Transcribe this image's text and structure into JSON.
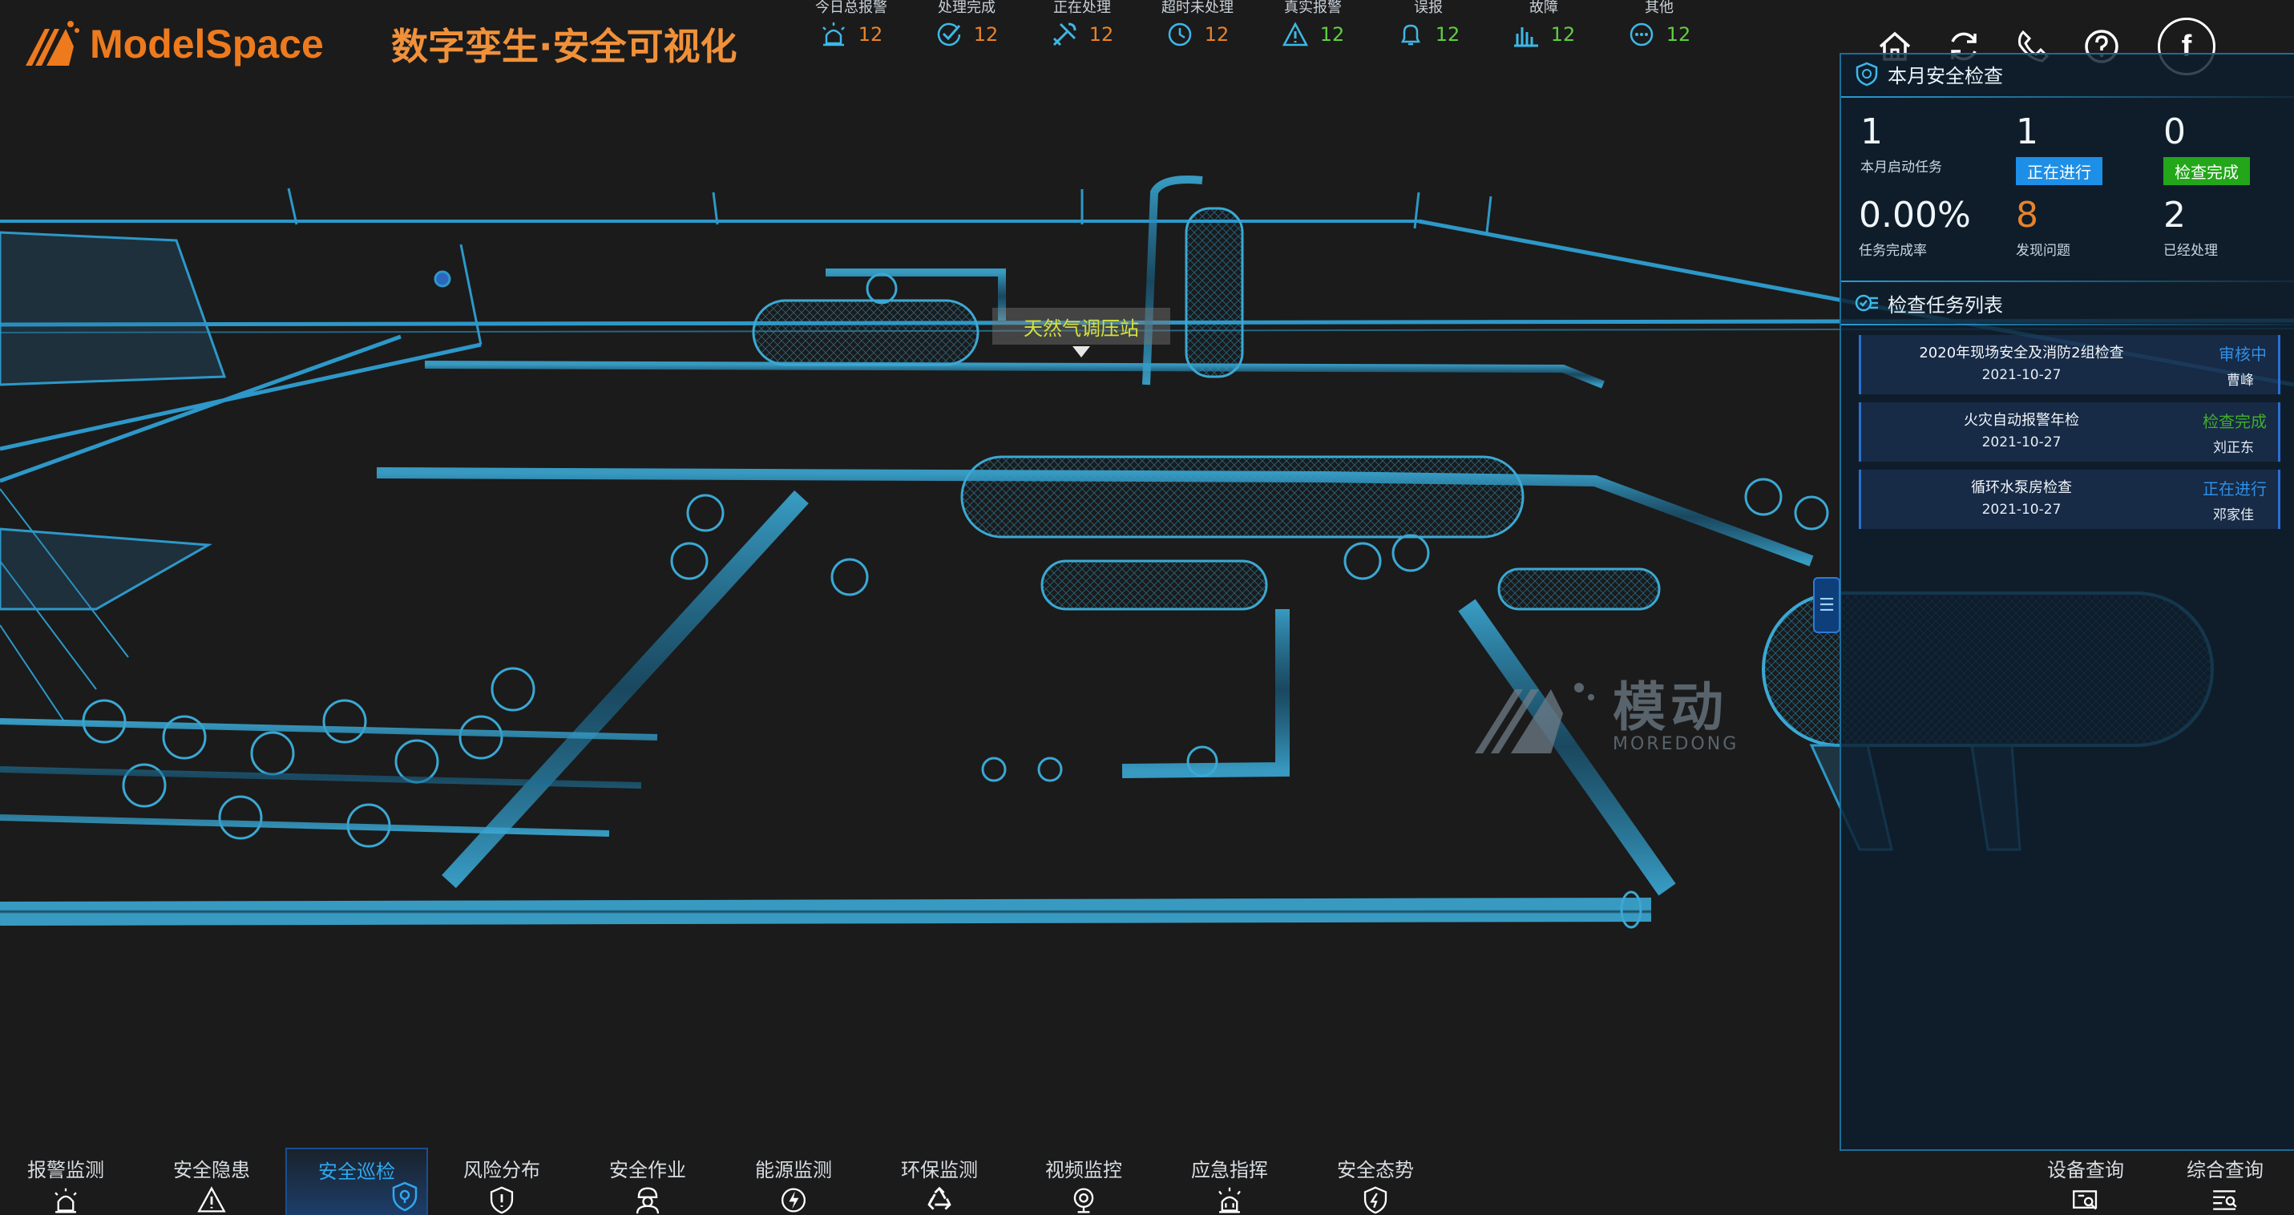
{
  "header": {
    "logo_text": "ModelSpace",
    "app_title": "数字孪生·安全可视化"
  },
  "stats": [
    {
      "label": "今日总报警",
      "value": "12",
      "icon": "alarm-icon",
      "color": "#e8832a"
    },
    {
      "label": "处理完成",
      "value": "12",
      "icon": "check-circle-icon",
      "color": "#e8832a"
    },
    {
      "label": "正在处理",
      "value": "12",
      "icon": "tools-icon",
      "color": "#e8832a"
    },
    {
      "label": "超时未处理",
      "value": "12",
      "icon": "clock-icon",
      "color": "#e8832a"
    },
    {
      "label": "真实报警",
      "value": "12",
      "icon": "warning-icon",
      "color": "#5fcf3f"
    },
    {
      "label": "误报",
      "value": "12",
      "icon": "bell-icon",
      "color": "#5fcf3f"
    },
    {
      "label": "故障",
      "value": "12",
      "icon": "fault-icon",
      "color": "#5fcf3f"
    },
    {
      "label": "其他",
      "value": "12",
      "icon": "more-icon",
      "color": "#5fcf3f"
    }
  ],
  "top_icons": [
    "home-icon",
    "refresh-icon",
    "phone-icon",
    "help-icon",
    "facebook-icon"
  ],
  "facebook_glyph": "f",
  "scene": {
    "station_label": "天然气调压站",
    "watermark_cn": "模动",
    "watermark_en": "MOREDONG"
  },
  "panel": {
    "monthly": {
      "title": "本月安全检查",
      "metrics": [
        {
          "value": "1",
          "label": "本月启动任务"
        },
        {
          "value": "1",
          "badge": "正在进行",
          "badge_color": "#1e8fe6"
        },
        {
          "value": "0",
          "badge": "检查完成",
          "badge_color": "#23a61a"
        },
        {
          "value": "0.00%",
          "label": "任务完成率"
        },
        {
          "value": "8",
          "label": "发现问题",
          "value_color": "#e8832a"
        },
        {
          "value": "2",
          "label": "已经处理"
        }
      ]
    },
    "tasks": {
      "title": "检查任务列表",
      "items": [
        {
          "name": "2020年现场安全及消防2组检查",
          "date": "2021-10-27",
          "status": "审核中",
          "status_color": "#2e8fe6",
          "person": "曹峰"
        },
        {
          "name": "火灾自动报警年检",
          "date": "2021-10-27",
          "status": "检查完成",
          "status_color": "#3fae2a",
          "person": "刘正东"
        },
        {
          "name": "循环水泵房检查",
          "date": "2021-10-27",
          "status": "正在进行",
          "status_color": "#2e8fe6",
          "person": "邓家佳"
        }
      ]
    },
    "toggle_glyph": "☰"
  },
  "nav": {
    "items": [
      {
        "label": "报警监测",
        "icon": "alarm-light-icon"
      },
      {
        "label": "安全隐患",
        "icon": "warning-icon"
      },
      {
        "label": "安全巡检",
        "icon": "shield-location-icon",
        "active": true
      },
      {
        "label": "风险分布",
        "icon": "risk-shield-icon"
      },
      {
        "label": "安全作业",
        "icon": "worker-icon"
      },
      {
        "label": "能源监测",
        "icon": "energy-icon"
      },
      {
        "label": "环保监测",
        "icon": "recycle-icon"
      },
      {
        "label": "视频监控",
        "icon": "camera-icon"
      },
      {
        "label": "应急指挥",
        "icon": "siren-icon"
      },
      {
        "label": "安全态势",
        "icon": "security-trend-icon"
      }
    ],
    "right_items": [
      {
        "label": "设备查询",
        "icon": "device-search-icon"
      },
      {
        "label": "综合查询",
        "icon": "list-search-icon"
      }
    ]
  }
}
